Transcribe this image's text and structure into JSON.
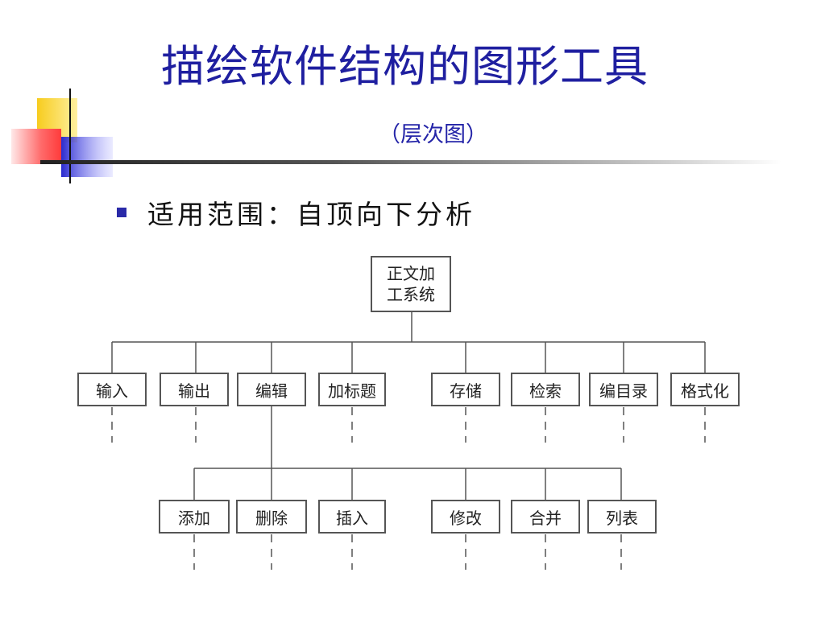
{
  "slide": {
    "title": "描绘软件结构的图形工具",
    "subtitle": "（层次图）",
    "bullet": "适用范围：自顶向下分析"
  },
  "colors": {
    "title": "#1f1fa0",
    "bullet_square": "#2a2aa8",
    "deco_yellow": "#f7cc1e",
    "deco_red": "#ff4d4d",
    "deco_blue": "#2b2bd0"
  },
  "diagram": {
    "root": {
      "line1": "正文加",
      "line2": "工系统"
    },
    "level1": [
      {
        "label": "输入"
      },
      {
        "label": "输出"
      },
      {
        "label": "编辑"
      },
      {
        "label": "加标题"
      },
      {
        "label": "存储"
      },
      {
        "label": "检索"
      },
      {
        "label": "编目录"
      },
      {
        "label": "格式化"
      }
    ],
    "level2": [
      {
        "label": "添加"
      },
      {
        "label": "删除"
      },
      {
        "label": "插入"
      },
      {
        "label": "修改"
      },
      {
        "label": "合并"
      },
      {
        "label": "列表"
      }
    ]
  }
}
